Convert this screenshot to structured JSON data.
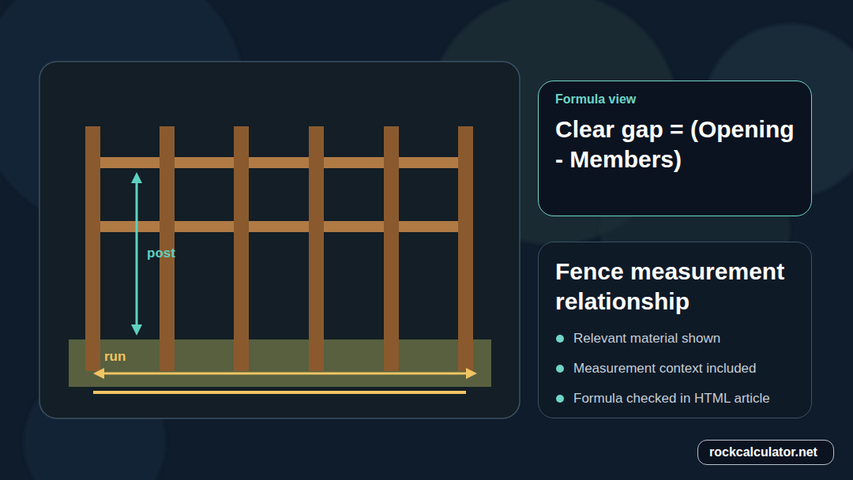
{
  "diagram": {
    "nodes": [
      {
        "text": [
          "Formula view",
          "Clear gap = (Opening - Members)"
        ]
      },
      {
        "text": [
          "Fence measurement relationship",
          "Relevant material shown",
          "Measurement context included",
          "Formula checked in HTML article"
        ]
      },
      {
        "text": [
          "rockcalculator.net"
        ]
      }
    ],
    "labels": [
      "post",
      "run"
    ]
  }
}
